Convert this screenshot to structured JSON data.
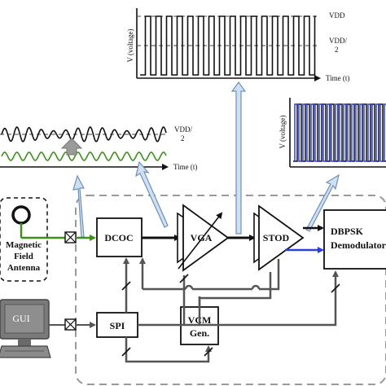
{
  "top_plot": {
    "y_axis_label": "V (voltage)",
    "x_axis_label": "Time (t)",
    "level_high": "VDD",
    "level_mid_line1": "VDD/",
    "level_mid_line2": "2"
  },
  "right_plot": {
    "y_axis_label": "V (voltage)"
  },
  "left_plot": {
    "level_mid_line1": "VDD/",
    "level_mid_line2": "2",
    "x_axis_label": "Time (t)"
  },
  "antenna": {
    "line1": "Magnetic",
    "line2": "Field",
    "line3": "Antenna"
  },
  "gui": {
    "label": "GUI"
  },
  "blocks": {
    "dcoc": "DCOC",
    "vga": "VGA",
    "stod": "STOD",
    "demod_line1": "DBPSK",
    "demod_line2": "Demodulator",
    "spi": "SPI",
    "vcm_line1": "VCM",
    "vcm_line2": "Gen."
  },
  "colors": {
    "signal_green": "#3e8f1c",
    "signal_blue": "#2f3fd0",
    "callout_fill": "#cfe0f2",
    "callout_stroke": "#6f8fb8",
    "bus_gray": "#555555",
    "dashed_border": "#9a9a9a",
    "monitor_gray": "#7a7a7a"
  }
}
